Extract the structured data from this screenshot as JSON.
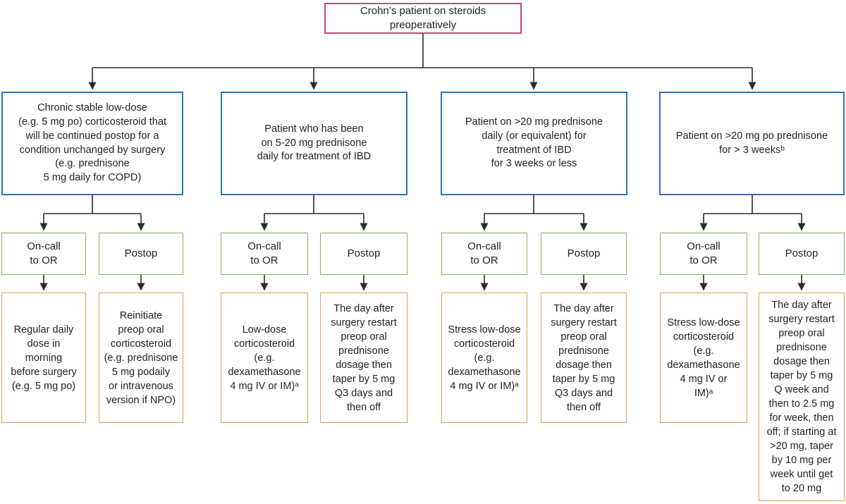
{
  "root": {
    "label": "Crohn’s patient on steroids\npreoperatively"
  },
  "branches": [
    {
      "condition": "Chronic stable low-dose\n(e.g. 5 mg po) corticosteroid that\nwill be continued postop for a\ncondition unchanged by surgery\n(e.g. prednisone\n5 mg daily for COPD)",
      "oncall": {
        "label": "On-call\nto OR",
        "action": "Regular daily\ndose in\nmorning\nbefore surgery\n(e.g. 5 mg po)"
      },
      "postop": {
        "label": "Postop",
        "action": "Reinitiate\npreop oral\ncorticosteroid\n(e.g. prednisone\n5 mg podaily\nor intravenous\nversion if NPO)"
      }
    },
    {
      "condition": "Patient who has been\non 5-20 mg prednisone\ndaily for treatment of IBD",
      "oncall": {
        "label": "On-call\nto OR",
        "action": "Low-dose\ncorticosteroid\n(e.g.\ndexamethasone\n4 mg IV or IM)ᵃ"
      },
      "postop": {
        "label": "Postop",
        "action": "The day after\nsurgery restart\npreop oral\nprednisone\ndosage then\ntaper by 5 mg\nQ3 days and\nthen off"
      }
    },
    {
      "condition": "Patient on >20 mg prednisone\ndaily (or equivalent) for\ntreatment of IBD\nfor 3 weeks or less",
      "oncall": {
        "label": "On-call\nto OR",
        "action": "Stress low-dose\ncorticosteroid\n(e.g.\ndexamethasone\n4 mg IV or IM)ᵃ"
      },
      "postop": {
        "label": "Postop",
        "action": "The day after\nsurgery restart\npreop oral\nprednisone\ndosage then\ntaper by 5 mg\nQ3 days and\nthen off"
      }
    },
    {
      "condition": "Patient on >20 mg po prednisone\nfor > 3 weeksᵇ",
      "oncall": {
        "label": "On-call\nto OR",
        "action": "Stress low-dose\ncorticosteroid\n(e.g.\ndexamethasone\n4 mg IV or\nIM)ᵃ"
      },
      "postop": {
        "label": "Postop",
        "action": "The day after\nsurgery restart\npreop oral\nprednisone\ndosage then\ntaper by 5 mg\nQ week and\nthen to 2.5 mg\nfor week, then\noff; if starting at\n>20 mg, taper\nby 10 mg per\nweek until get\nto 20 mg"
      }
    }
  ],
  "colors": {
    "pink": "#c9486f",
    "blue": "#2e74b5",
    "green": "#82b061",
    "orange": "#dfa050",
    "line": "#2b2b2b",
    "text": "#231f20"
  }
}
